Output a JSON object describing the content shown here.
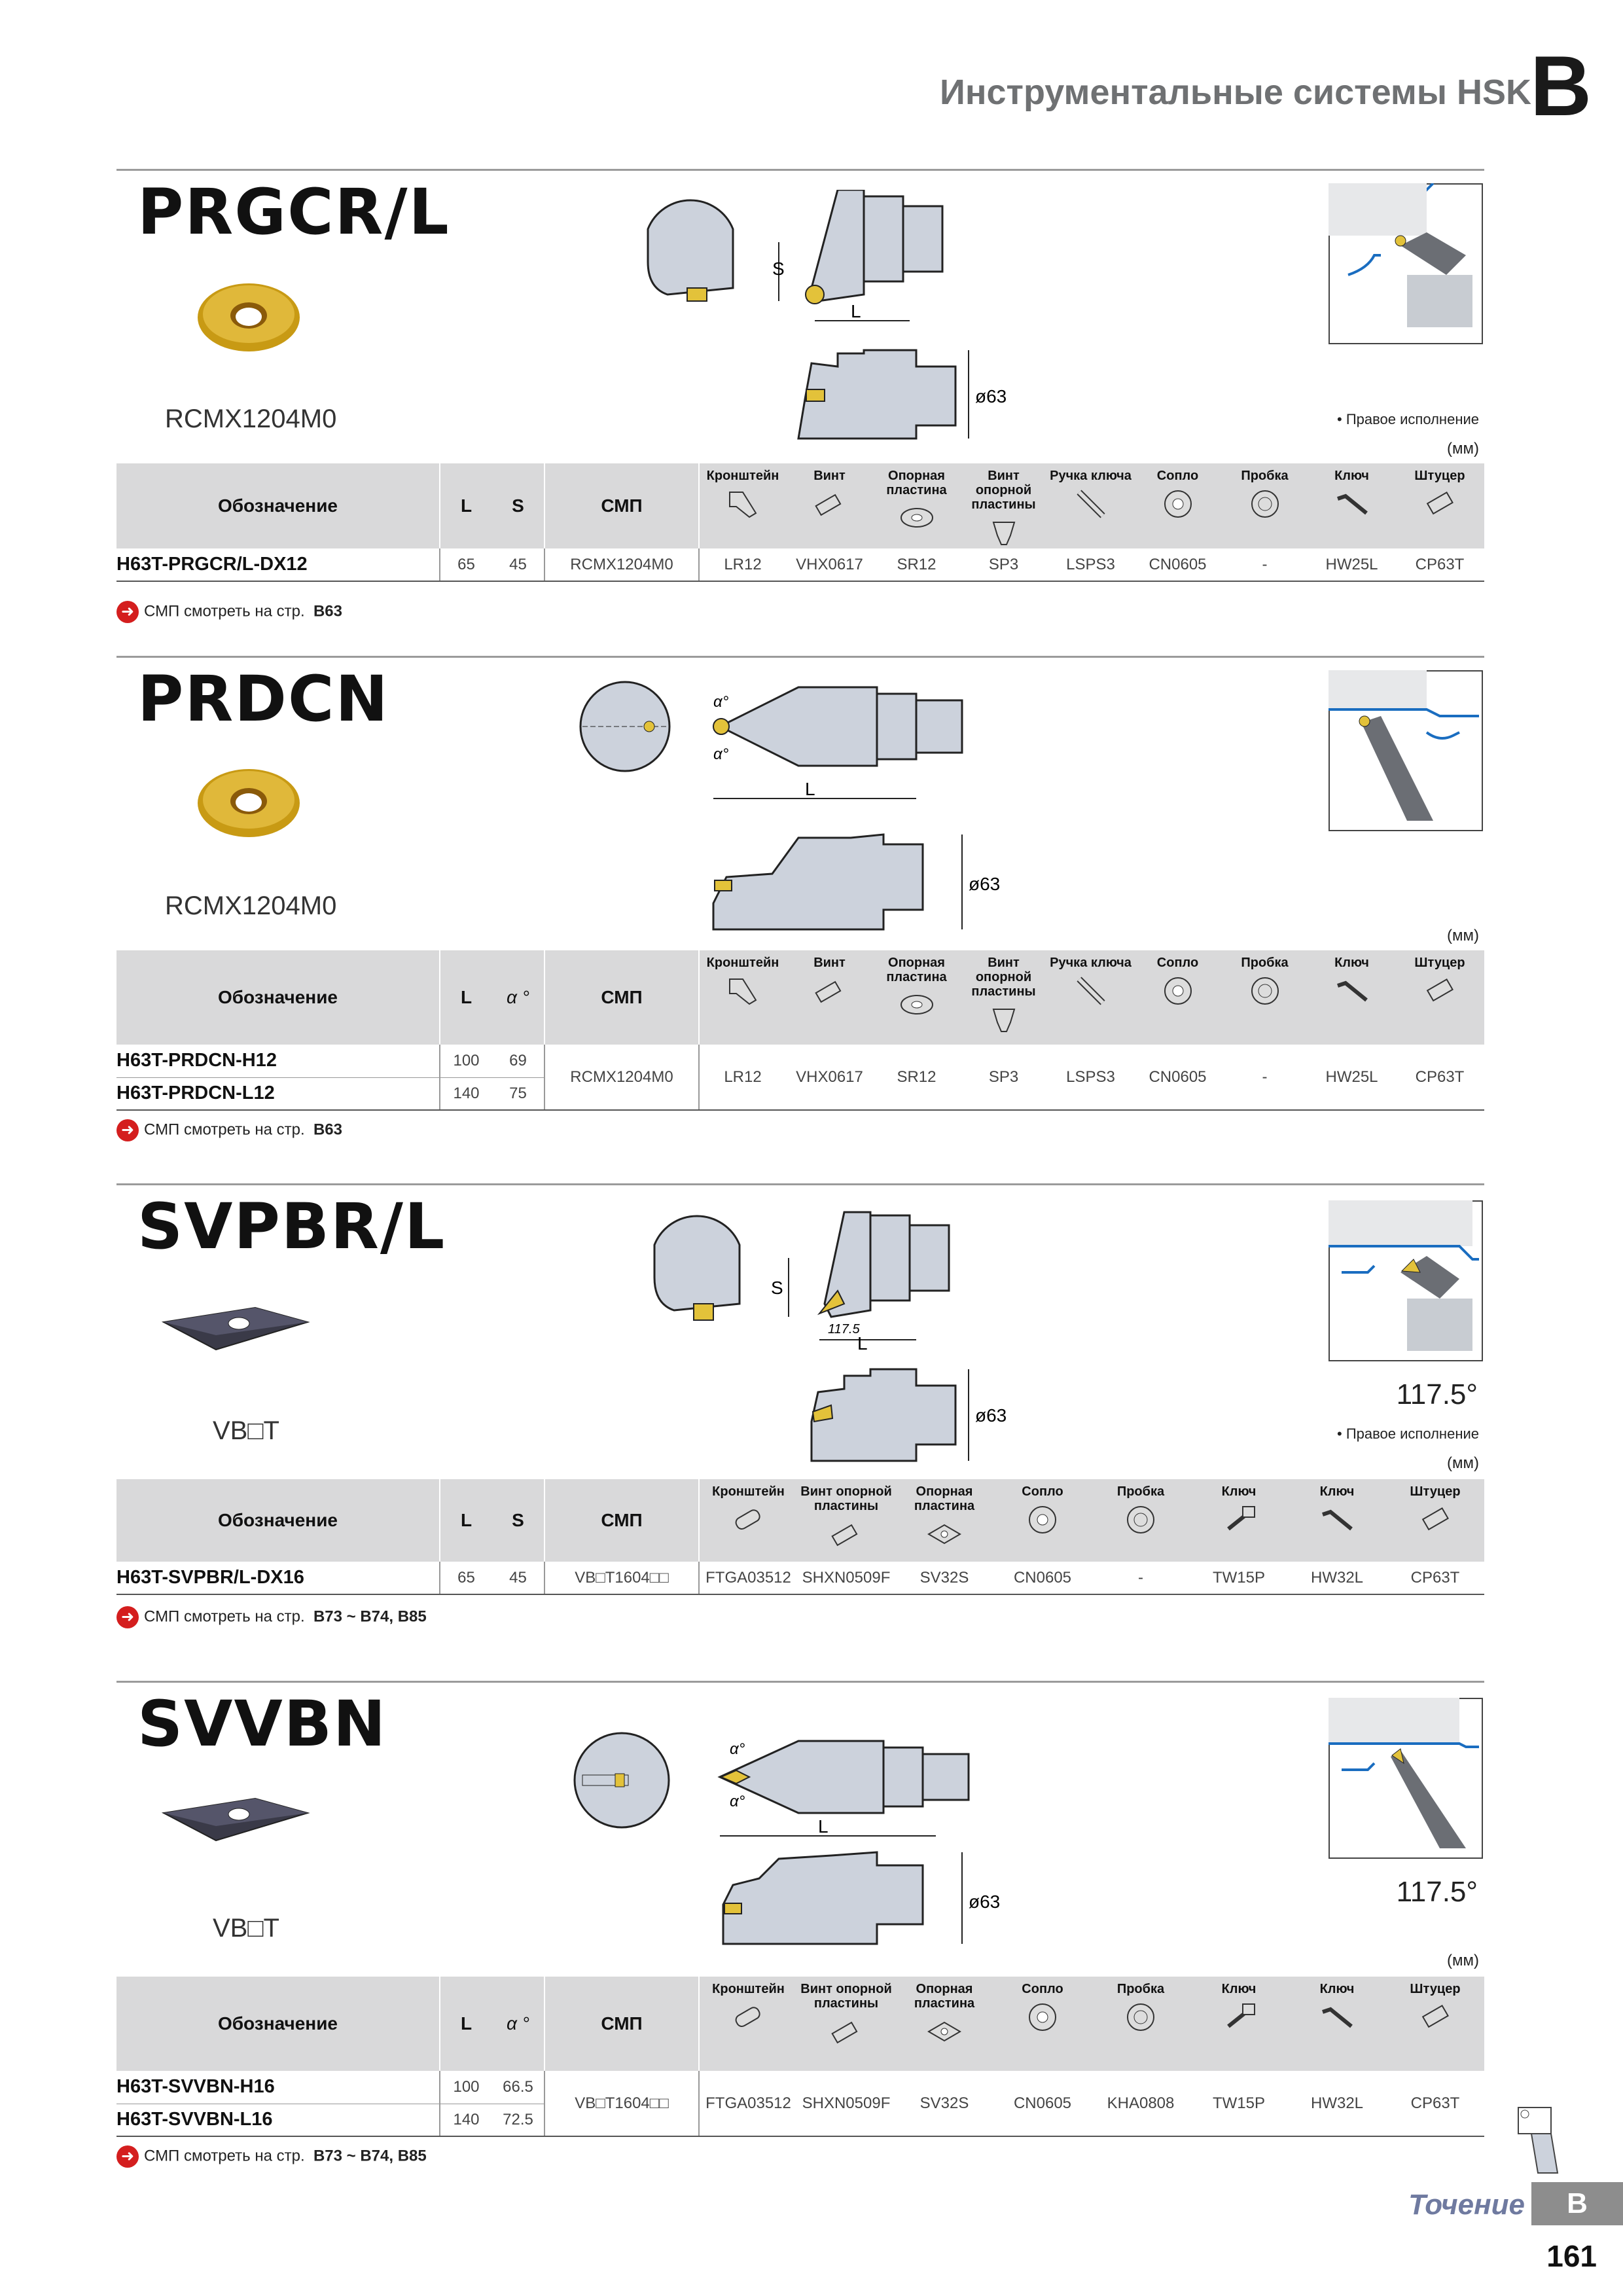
{
  "header": {
    "title": "Инструментальные системы HSK",
    "letter": "B"
  },
  "units": "(мм)",
  "right_hand": "• Правое исполнение",
  "ref_prefix": "СМП смотреть на стр.",
  "dia": "ø63",
  "sections": [
    {
      "title": "PRGCR/L",
      "insert_code": "RCMX1204M0",
      "right_hand_note": true,
      "headers": [
        "Обозначение",
        "L",
        "S",
        "СМП",
        "Кронштейн",
        "Винт",
        "Опорная пластина",
        "Винт опорной пластины",
        "Ручка ключа",
        "Сопло",
        "Пробка",
        "Ключ",
        "Штуцер"
      ],
      "rows": [
        {
          "designation": "H63T-PRGCR/L-DX12",
          "a": "65",
          "b": "45",
          "insert": "RCMX1204M0",
          "parts": [
            "LR12",
            "VHX0617",
            "SR12",
            "SP3",
            "LSPS3",
            "CN0605",
            "-",
            "HW25L",
            "CP63T"
          ]
        }
      ],
      "ref_pages": "B63",
      "dim_labels": [
        "S",
        "L"
      ]
    },
    {
      "title": "PRDCN",
      "insert_code": "RCMX1204M0",
      "headers": [
        "Обозначение",
        "L",
        "α °",
        "СМП",
        "Кронштейн",
        "Винт",
        "Опорная пластина",
        "Винт опорной пластины",
        "Ручка ключа",
        "Сопло",
        "Пробка",
        "Ключ",
        "Штуцер"
      ],
      "rows": [
        {
          "designation": "H63T-PRDCN-H12",
          "a": "100",
          "b": "69"
        },
        {
          "designation": "H63T-PRDCN-L12",
          "a": "140",
          "b": "75"
        }
      ],
      "insert": "RCMX1204M0",
      "parts": [
        "LR12",
        "VHX0617",
        "SR12",
        "SP3",
        "LSPS3",
        "CN0605",
        "-",
        "HW25L",
        "CP63T"
      ],
      "ref_pages": "B63",
      "dim_labels": [
        "α°",
        "α°",
        "L"
      ]
    },
    {
      "title": "SVPBR/L",
      "insert_code": "VB□T",
      "angle": "117.5°",
      "right_hand_note": true,
      "headers": [
        "Обозначение",
        "L",
        "S",
        "СМП",
        "Кронштейн",
        "Винт опорной пластины",
        "Опорная пластина",
        "Сопло",
        "Пробка",
        "Ключ",
        "Ключ",
        "Штуцер"
      ],
      "rows": [
        {
          "designation": "H63T-SVPBR/L-DX16",
          "a": "65",
          "b": "45",
          "insert": "VB□T1604□□",
          "parts": [
            "FTGA03512",
            "SHXN0509F",
            "SV32S",
            "CN0605",
            "-",
            "TW15P",
            "HW32L",
            "CP63T"
          ]
        }
      ],
      "ref_pages": "B73 ~ B74, B85",
      "dim_labels": [
        "S",
        "117.5",
        "L"
      ]
    },
    {
      "title": "SVVBN",
      "insert_code": "VB□T",
      "angle": "117.5°",
      "headers": [
        "Обозначение",
        "L",
        "α °",
        "СМП",
        "Кронштейн",
        "Винт опорной пластины",
        "Опорная пластина",
        "Сопло",
        "Пробка",
        "Ключ",
        "Ключ",
        "Штуцер"
      ],
      "rows": [
        {
          "designation": "H63T-SVVBN-H16",
          "a": "100",
          "b": "66.5"
        },
        {
          "designation": "H63T-SVVBN-L16",
          "a": "140",
          "b": "72.5"
        }
      ],
      "insert": "VB□T1604□□",
      "parts": [
        "FTGA03512",
        "SHXN0509F",
        "SV32S",
        "CN0605",
        "KHA0808",
        "TW15P",
        "HW32L",
        "CP63T"
      ],
      "ref_pages": "B73 ~ B74, B85",
      "dim_labels": [
        "α°",
        "α°",
        "L"
      ]
    }
  ],
  "footer": {
    "label": "Точение",
    "tab": "B",
    "page": "161"
  }
}
